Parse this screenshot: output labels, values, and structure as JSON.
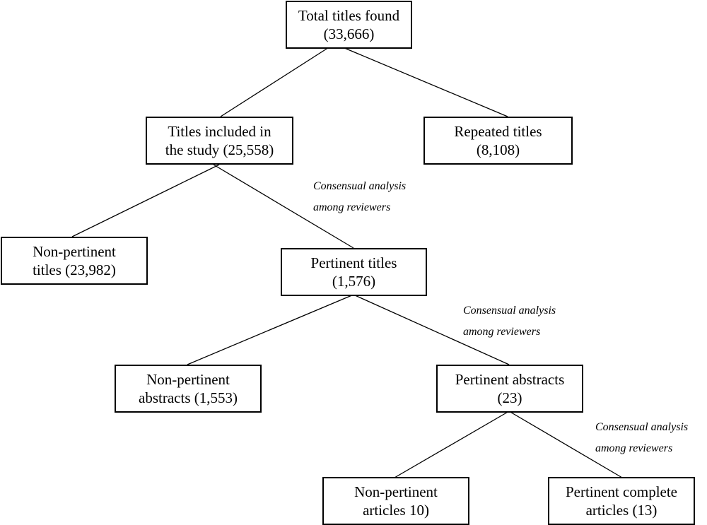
{
  "nodes": {
    "total": {
      "line1": "Total titles found",
      "line2": "(33,666)"
    },
    "included": {
      "line1": "Titles included in",
      "line2": "the study (25,558)"
    },
    "repeated": {
      "line1": "Repeated titles",
      "line2": "(8,108)"
    },
    "non_pertinent_titles": {
      "line1": "Non-pertinent",
      "line2": "titles (23,982)"
    },
    "pertinent_titles": {
      "line1": "Pertinent titles",
      "line2": "(1,576)"
    },
    "non_pertinent_abstracts": {
      "line1": "Non-pertinent",
      "line2": "abstracts (1,553)"
    },
    "pertinent_abstracts": {
      "line1": "Pertinent abstracts",
      "line2": "(23)"
    },
    "non_pertinent_articles": {
      "line1": "Non-pertinent",
      "line2": "articles 10)"
    },
    "pertinent_articles": {
      "line1": "Pertinent complete",
      "line2": "articles (13)"
    }
  },
  "annotations": {
    "a1": {
      "line1": "Consensual analysis",
      "line2": "among reviewers"
    },
    "a2": {
      "line1": "Consensual analysis",
      "line2": "among reviewers"
    },
    "a3": {
      "line1": "Consensual analysis",
      "line2": "among reviewers"
    }
  },
  "colors": {
    "line": "#000000",
    "box_border": "#000000",
    "background": "#ffffff"
  }
}
